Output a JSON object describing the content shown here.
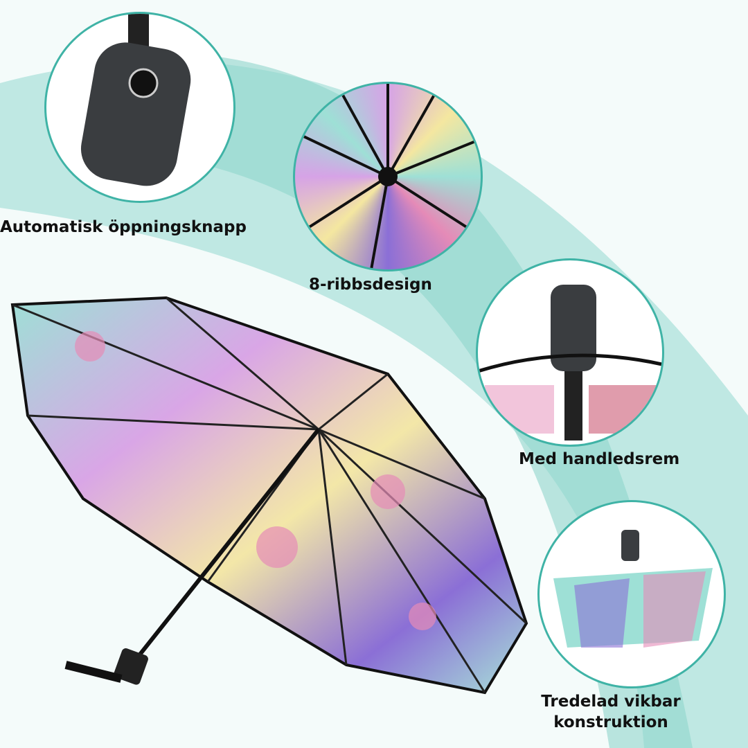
{
  "features": [
    {
      "label": "Automatisk öppningsknapp",
      "icon": "auto-open-button"
    },
    {
      "label": "8-ribbsdesign",
      "icon": "eight-ribs"
    },
    {
      "label": "Med handledsrem",
      "icon": "wrist-strap"
    },
    {
      "label": "Tredelad vikbar",
      "label2": "konstruktion",
      "icon": "tri-fold"
    }
  ],
  "colors": {
    "accent": "#3fb3a6",
    "arc_light": "#bfe8e3",
    "arc_dark": "#8fd6cc"
  }
}
